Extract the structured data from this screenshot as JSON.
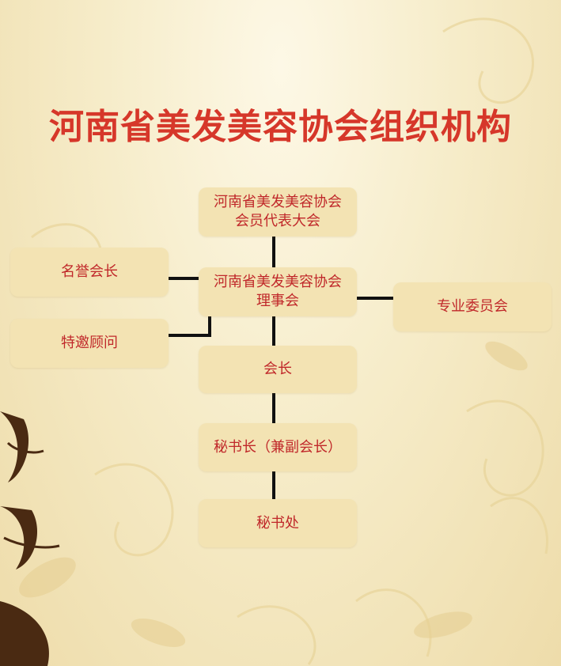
{
  "title": "河南省美发美容协会组织机构",
  "org": {
    "congress": {
      "line1": "河南省美发美容协会",
      "line2": "会员代表大会"
    },
    "council": {
      "line1": "河南省美发美容协会",
      "line2": "理事会"
    },
    "honorary_president": "名誉会长",
    "special_advisor": "特邀顾问",
    "professional_committee": "专业委员会",
    "president": "会长",
    "secretary_general": "秘书长（兼副会长）",
    "secretariat": "秘书处"
  },
  "colors": {
    "title": "#d6372a",
    "box_text": "#c0282a",
    "box_fill": "#f3e3b3",
    "connector": "#111111"
  }
}
